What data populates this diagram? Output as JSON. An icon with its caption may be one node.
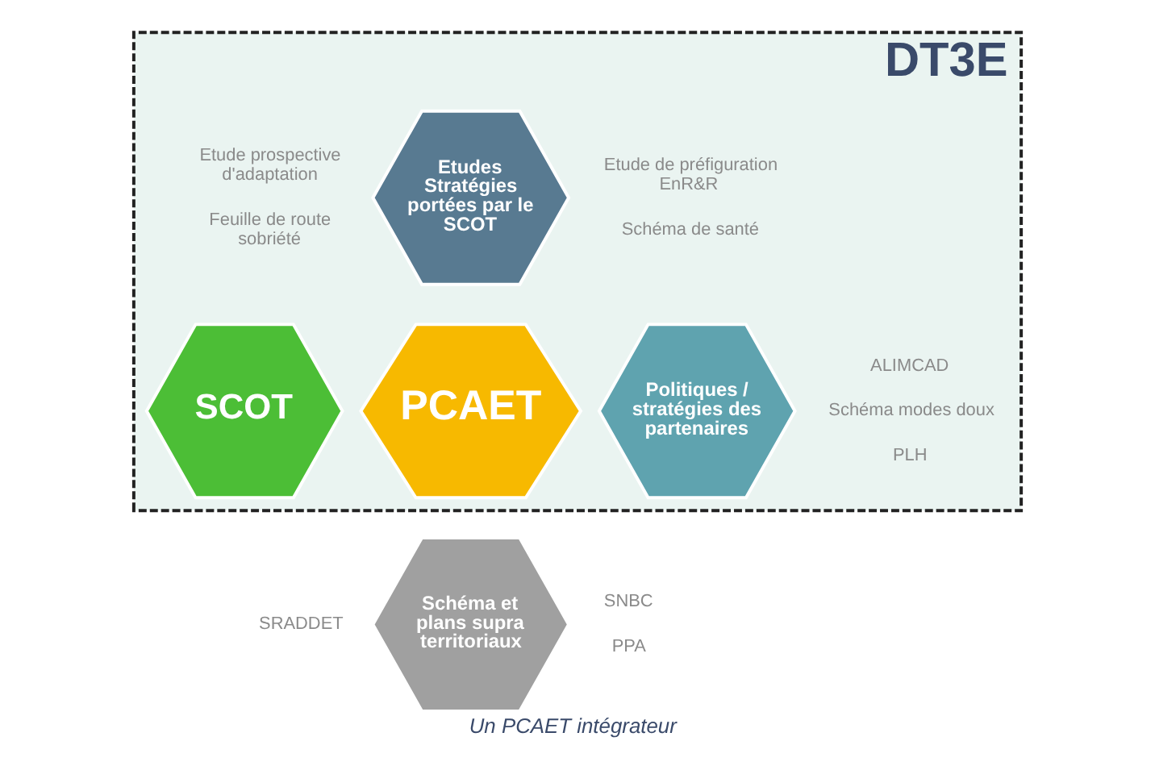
{
  "diagram": {
    "caption": "Un PCAET intégrateur",
    "nodes": [
      {
        "text": [
          "DT3E"
        ]
      },
      {
        "text": [
          "Etudes Stratégies portées par le SCOT"
        ],
        "in": 0,
        "beside": [
          "Etude prospective d'adaptation",
          "Etude de préfiguration EnR&R",
          "Feuille de route sobriété",
          "Schéma de santé"
        ]
      },
      {
        "text": [
          "SCOT"
        ],
        "in": 0
      },
      {
        "text": [
          "PCAET"
        ],
        "in": 0
      },
      {
        "text": [
          "Politiques / stratégies des partenaires"
        ],
        "in": 0,
        "beside": [
          "ALIMCAD",
          "Schéma modes doux",
          "PLH"
        ]
      },
      {
        "text": [
          "Schéma et plans supra territoriaux"
        ],
        "beside": [
          "SRADDET",
          "SNBC",
          "PPA"
        ]
      }
    ],
    "edges": []
  }
}
